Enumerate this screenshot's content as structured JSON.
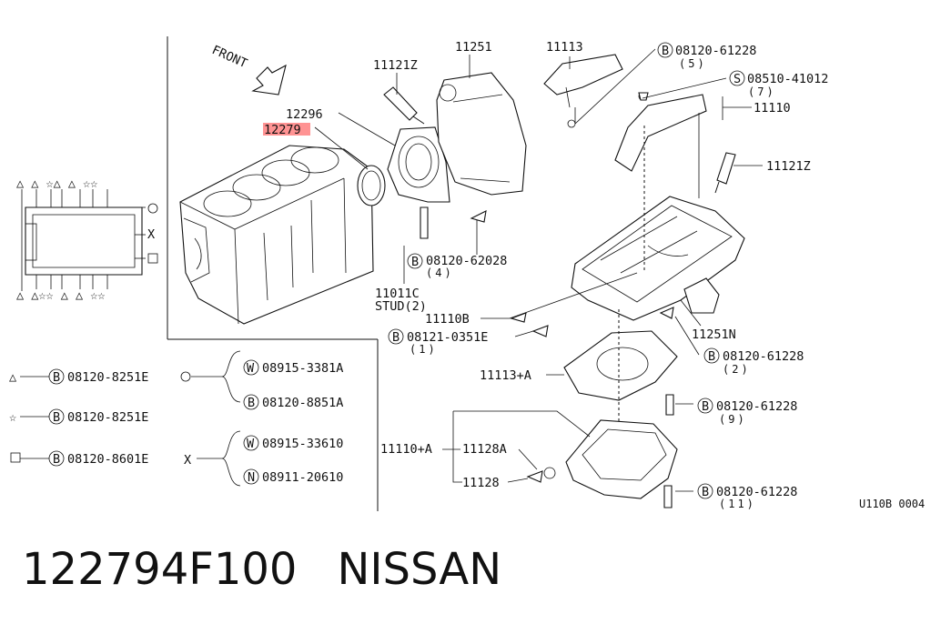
{
  "callouts": {
    "front": "FRONT",
    "c11121z_top": "11121Z",
    "c11251": "11251",
    "c11113": "11113",
    "b08120_61228_top": "08120-61228",
    "qty_5": "(5)",
    "s08510_41012": "08510-41012",
    "qty_7": "(7)",
    "c11110": "11110",
    "c12296": "12296",
    "c12279": "12279",
    "c11121z_right": "11121Z",
    "b08120_62028": "08120-62028",
    "qty_4": "(4)",
    "c11011c": "11011C",
    "stud": "STUD(2)",
    "c11110b": "11110B",
    "b08121_0351e": "08121-0351E",
    "qty_1": "(1)",
    "c11251n": "11251N",
    "b08120_61228_mid": "08120-61228",
    "qty_2": "(2)",
    "c11113a": "11113+A",
    "b08120_61228_9": "08120-61228",
    "qty_9": "(9)",
    "c11110a": "11110+A",
    "c11128a": "11128A",
    "c11128": "11128",
    "b08120_61228_11": "08120-61228",
    "qty_11": "(11)",
    "diagram_code": "U110B 0004"
  },
  "legend": {
    "row1_left": "08120-8251E",
    "row1_w": "08915-3381A",
    "row1_b": "08120-8851A",
    "row2": "08120-8251E",
    "row3_left": "08120-8601E",
    "row3_x": "X",
    "row3_w": "08915-33610",
    "row3_n": "08911-20610",
    "gasket_x": "X"
  },
  "letters": {
    "b": "B",
    "s": "S",
    "w": "W",
    "n": "N"
  },
  "caption": {
    "part_number": "122794F100",
    "brand": "NISSAN"
  }
}
